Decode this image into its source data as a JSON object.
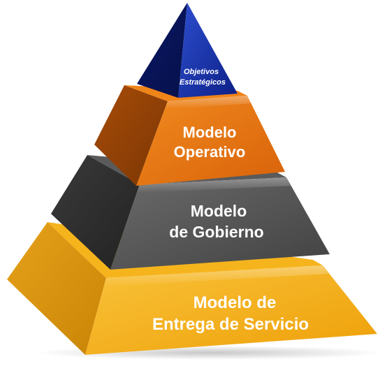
{
  "diagram": {
    "type": "pyramid",
    "levels": [
      {
        "id": "objetivos",
        "lines": [
          "Objetivos",
          "Estratégicos"
        ],
        "color": "#0d2a8c"
      },
      {
        "id": "operativo",
        "lines": [
          "Modelo",
          "Operativo"
        ],
        "color": "#e8710a"
      },
      {
        "id": "gobierno",
        "lines": [
          "Modelo",
          "de Gobierno"
        ],
        "color": "#4a4a4a"
      },
      {
        "id": "servicio",
        "lines": [
          "Modelo de",
          "Entrega de Servicio"
        ],
        "color": "#f2aa10"
      }
    ]
  }
}
